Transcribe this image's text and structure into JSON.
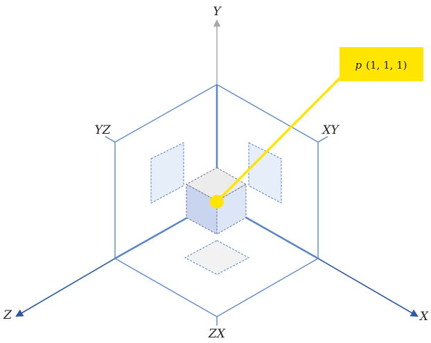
{
  "axes": {
    "y": "Y",
    "x": "X",
    "z": "Z"
  },
  "planes": {
    "yz": "YZ",
    "xy": "XY",
    "zx": "ZX"
  },
  "point": {
    "symbol": "p",
    "coords": "(1, 1, 1)"
  },
  "colors": {
    "frame": "#5b87c7",
    "axis_arrow": "#2c5aa0",
    "y_axis": "#a8a8a8",
    "highlight": "#ffe500",
    "cube_front": "#c9d5ee",
    "cube_top": "#ececec",
    "panel": "#e6eef9"
  }
}
